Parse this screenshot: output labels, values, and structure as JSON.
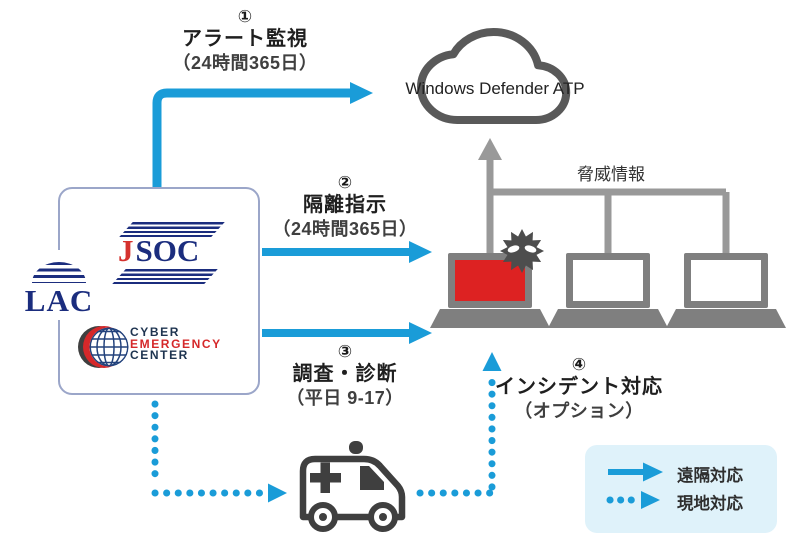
{
  "cloud": {
    "label": "Windows Defender ATP"
  },
  "steps": {
    "step1": {
      "number": "①",
      "title": "アラート監視",
      "schedule": "（24時間365日）"
    },
    "step2": {
      "number": "②",
      "title": "隔離指示",
      "schedule": "（24時間365日）"
    },
    "step3": {
      "number": "③",
      "title": "調査・診断",
      "schedule": "（平日 9-17）"
    },
    "step4": {
      "number": "④",
      "title": "インシデント対応",
      "schedule": "（オプション）"
    }
  },
  "threat_info": {
    "label": "脅威情報"
  },
  "provider_box": {
    "lac": {
      "text": "LAC"
    },
    "jsoc": {
      "j": "J",
      "soc": "SOC"
    },
    "cyber_emergency_center": {
      "line1": "CYBER",
      "line2": "EMERGENCY",
      "line3": "CENTER"
    }
  },
  "legend": {
    "remote": {
      "label": "遠隔対応",
      "style": "solid-arrow"
    },
    "onsite": {
      "label": "現地対応",
      "style": "dotted-arrow"
    }
  },
  "icons": {
    "cloud": "cloud-icon",
    "virus": "virus-malware-icon",
    "laptops": [
      "infected-laptop-icon",
      "laptop-icon",
      "laptop-icon"
    ],
    "ambulance": "ambulance-icon",
    "remote_arrow": "solid-arrow-icon",
    "onsite_arrow": "dotted-arrow-icon"
  },
  "colors": {
    "arrow_blue": "#1A9CD8",
    "line_gray": "#999999",
    "device_gray": "#7F7F7F",
    "infected_red": "#DD2222",
    "virus_gray": "#4D4D4D",
    "cloud_gray": "#595959",
    "box_border": "#9BA6C9",
    "legend_bg": "#DFF2FA",
    "logo_navy": "#1B2D7E",
    "logo_red": "#D5282A",
    "text_dark": "#2B2B2B"
  }
}
